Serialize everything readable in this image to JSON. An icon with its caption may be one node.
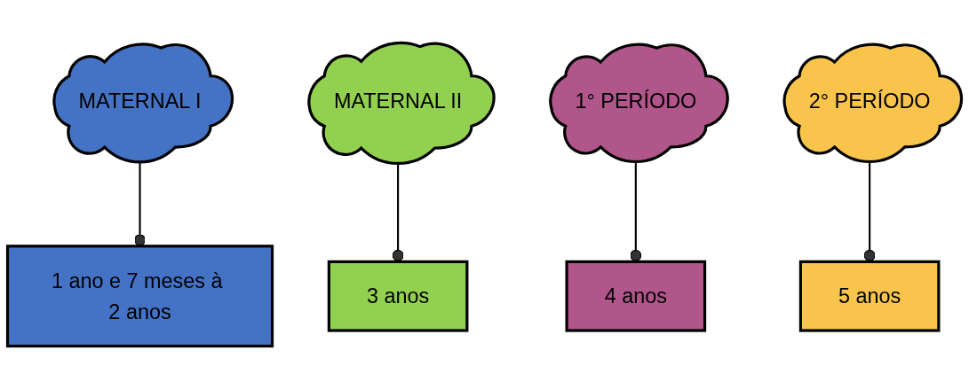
{
  "diagram": {
    "nodes": [
      {
        "text": [
          "MATERNAL I"
        ]
      },
      {
        "text": [
          "MATERNAL II"
        ]
      },
      {
        "text": [
          "1° PERÍODO"
        ]
      },
      {
        "text": [
          "2° PERÍODO"
        ]
      },
      {
        "text": [
          "1 ano e 7 meses à 2 anos"
        ]
      },
      {
        "text": [
          "3 anos"
        ]
      },
      {
        "text": [
          "4 anos"
        ]
      },
      {
        "text": [
          "5 anos"
        ]
      }
    ],
    "edges": [
      {
        "from": 0,
        "to": 4,
        "arrow": "other"
      },
      {
        "from": 1,
        "to": 5,
        "arrow": "other"
      },
      {
        "from": 2,
        "to": 6,
        "arrow": "other"
      },
      {
        "from": 3,
        "to": 7,
        "arrow": "other"
      }
    ]
  }
}
